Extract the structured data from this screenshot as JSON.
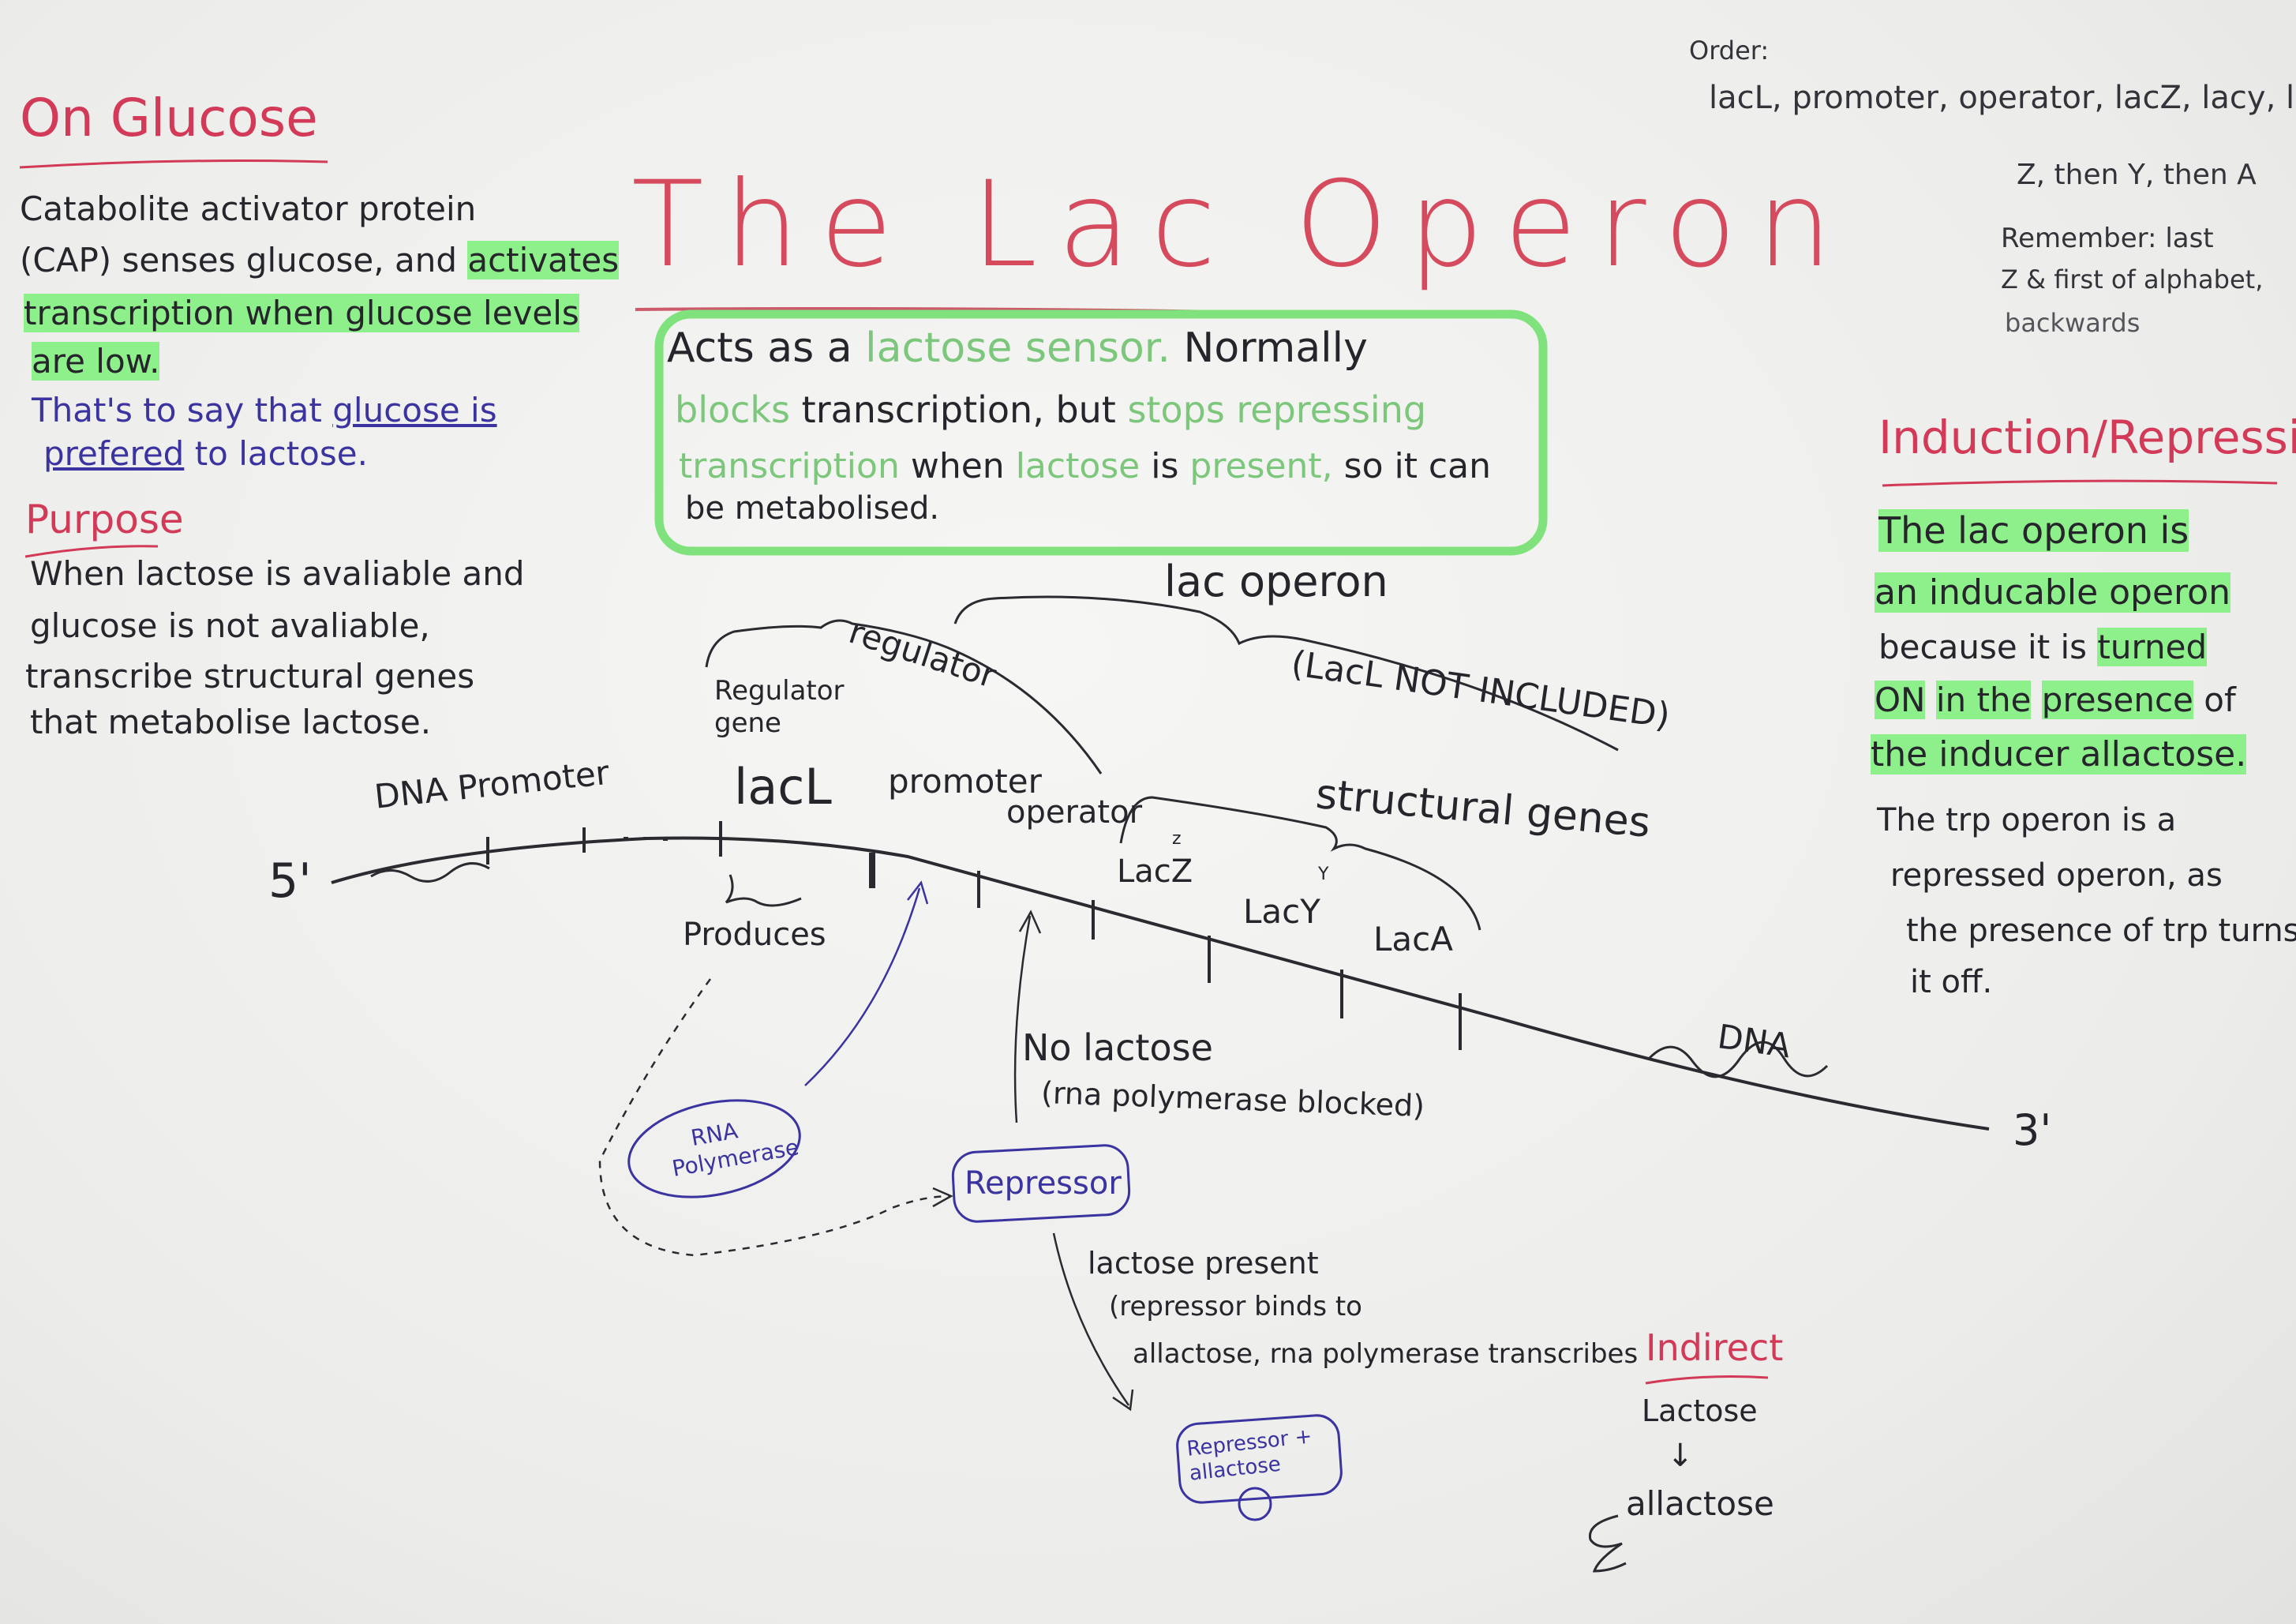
{
  "title": "The Lac Operon",
  "summary": {
    "w1": "Acts as a",
    "w2": "lactose sensor.",
    "w3": "Normally",
    "w4": "blocks",
    "w5": "transcription, but",
    "w6": "stops repressing",
    "w7": "transcription",
    "w8": "when",
    "w9": "lactose",
    "w10": "is",
    "w11": "present,",
    "w12": "so it can",
    "w13": "be metabolised."
  },
  "order_note": {
    "heading": "Order:",
    "line1": "lacL, promoter, operator, lacZ, lacy, lacA",
    "line2": "Z, then Y, then A",
    "line3": "Remember: last",
    "line4": "Z & first of alphabet,",
    "line5": "backwards"
  },
  "on_glucose": {
    "heading": "On Glucose",
    "l1": "Catabolite activator protein",
    "l2a": "(CAP) senses glucose, and",
    "l2b": "activates",
    "l3": "transcription when glucose levels",
    "l4": "are low.",
    "l5a": "That's to say that",
    "l5b": "glucose is",
    "l6a": "prefered",
    "l6b": "to lactose."
  },
  "purpose": {
    "heading": "Purpose",
    "l1": "When lactose is avaliable and",
    "l2": "glucose is not avaliable,",
    "l3": "transcribe structural genes",
    "l4": "that metabolise lactose."
  },
  "induction": {
    "heading": "Induction/Repression",
    "l1": "The lac operon is",
    "l2": "an inducable operon",
    "l3a": "because it is",
    "l3b": "turned",
    "l4a": "ON",
    "l4b": "in the",
    "l4c": "presence",
    "l4d": "of",
    "l5": "the inducer allactose.",
    "l6": "The trp operon is a",
    "l7": "repressed operon, as",
    "l8": "the presence of trp turns",
    "l9": "it off."
  },
  "diagram": {
    "lac_operon": "lac operon",
    "lacl_not_included": "(LacL NOT INCLUDED)",
    "regulator": "regulator",
    "regulator_gene": "Regulator gene",
    "lacl": "lacL",
    "promoter": "promoter",
    "operator": "operator",
    "structural_genes": "structural genes",
    "dna_promoter": "DNA Promoter",
    "five_prime": "5'",
    "three_prime": "3'",
    "dna_right": "DNA",
    "lacz": "LacZ",
    "lacy": "LacY",
    "laca": "LacA",
    "z_small": "z",
    "y_small": "Y",
    "produces": "Produces",
    "rna_polymerase": "RNA Polymerase",
    "no_lactose": "No lactose",
    "rna_blocked": "(rna polymerase blocked)",
    "repressor": "Repressor",
    "lactose_present": "lactose present",
    "repressor_binds_1": "(repressor binds to",
    "repressor_binds_2": "allactose, rna polymerase transcribes",
    "repressor_allactose": "Repressor + allactose",
    "indirect": "Indirect",
    "lactose": "Lactose",
    "down_arrow": "↓",
    "allactose": "allactose"
  },
  "colors": {
    "red_ink": "#d23a58",
    "blue_ink": "#3a33a0",
    "green_highlight": "#8ef08a",
    "black_ink": "#2a2a30"
  }
}
